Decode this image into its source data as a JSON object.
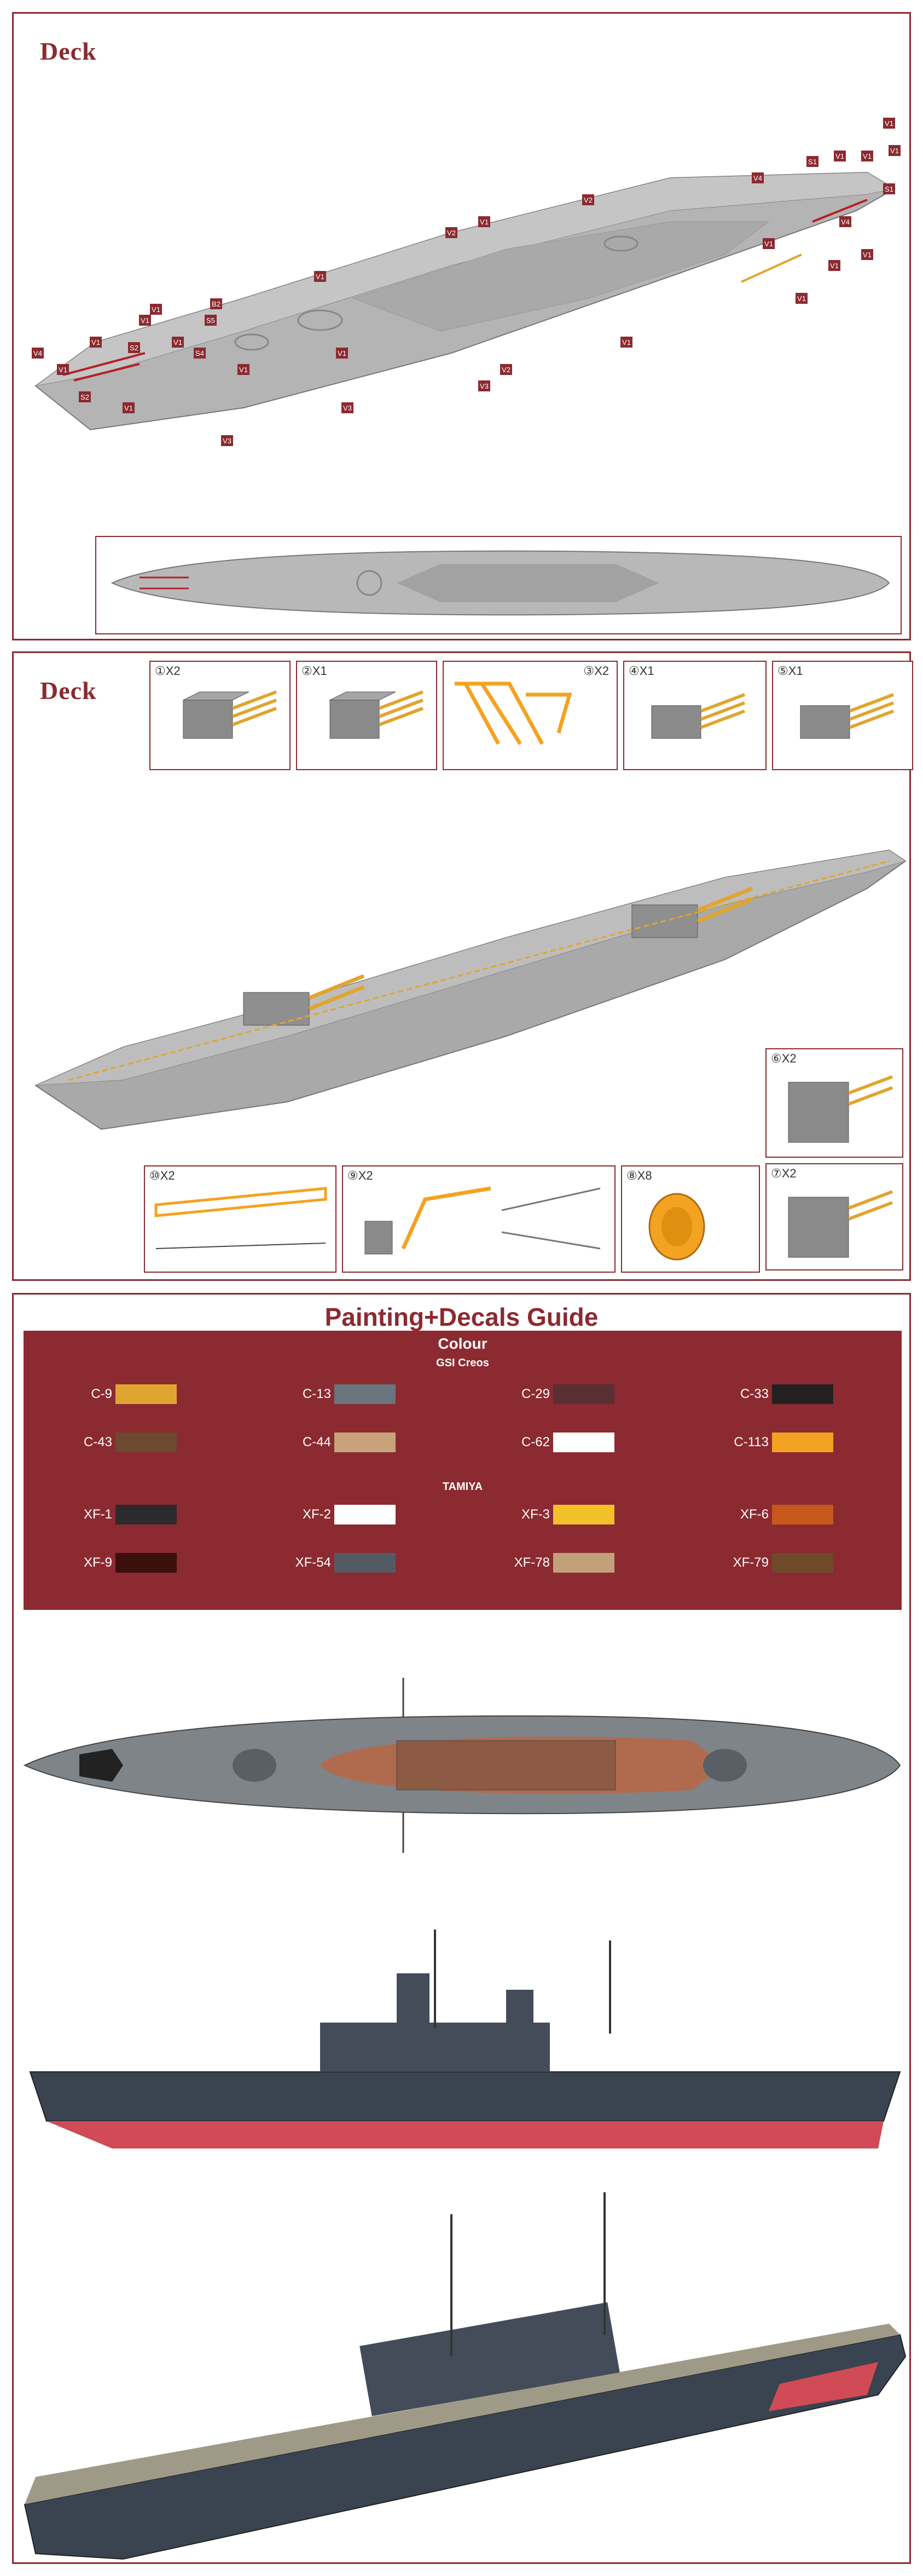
{
  "sections": {
    "deck1": {
      "title": "Deck"
    },
    "deck2": {
      "title": "Deck"
    },
    "guide": {
      "title": "Painting+Decals Guide"
    }
  },
  "deck1_callouts": [
    "V4",
    "V1",
    "V1",
    "S2",
    "V1",
    "V1",
    "V1",
    "S2",
    "V1",
    "B2",
    "V3",
    "S4",
    "S5",
    "V1",
    "V1",
    "V1",
    "V3",
    "V2",
    "V1",
    "V2",
    "V3",
    "V2",
    "V1",
    "V4",
    "S1",
    "V1",
    "V1",
    "V1",
    "V1",
    "S1",
    "V1",
    "V1",
    "V4",
    "V1",
    "V1"
  ],
  "deck2_steps": {
    "s1": {
      "label": "①X2"
    },
    "s2": {
      "label": "②X1"
    },
    "s3": {
      "label": "③X2"
    },
    "s4": {
      "label": "④X1"
    },
    "s5": {
      "label": "⑤X1"
    },
    "s6": {
      "label": "⑥X2"
    },
    "s7": {
      "label": "⑦X2"
    },
    "s8": {
      "label": "⑧X8"
    },
    "s9": {
      "label": "⑨X2"
    },
    "s10": {
      "label": "⑩X2"
    }
  },
  "colour": {
    "heading": "Colour",
    "gsi_heading": "GSI Creos",
    "tamiya_heading": "TAMIYA",
    "gsi": [
      {
        "code": "C-9",
        "color": "#e0a530"
      },
      {
        "code": "C-13",
        "color": "#69747c"
      },
      {
        "code": "C-29",
        "color": "#5a2f33"
      },
      {
        "code": "C-33",
        "color": "#242021"
      },
      {
        "code": "C-43",
        "color": "#6b4a2f"
      },
      {
        "code": "C-44",
        "color": "#c7a27a"
      },
      {
        "code": "C-62",
        "color": "#ffffff"
      },
      {
        "code": "C-113",
        "color": "#f3a321"
      }
    ],
    "tamiya": [
      {
        "code": "XF-1",
        "color": "#2c2a2c"
      },
      {
        "code": "XF-2",
        "color": "#ffffff"
      },
      {
        "code": "XF-3",
        "color": "#f2c12a"
      },
      {
        "code": "XF-6",
        "color": "#c7581c"
      },
      {
        "code": "XF-9",
        "color": "#3b0f0c"
      },
      {
        "code": "XF-54",
        "color": "#535a63"
      },
      {
        "code": "XF-78",
        "color": "#c2a07a"
      },
      {
        "code": "XF-79",
        "color": "#6e4a2a"
      }
    ]
  }
}
